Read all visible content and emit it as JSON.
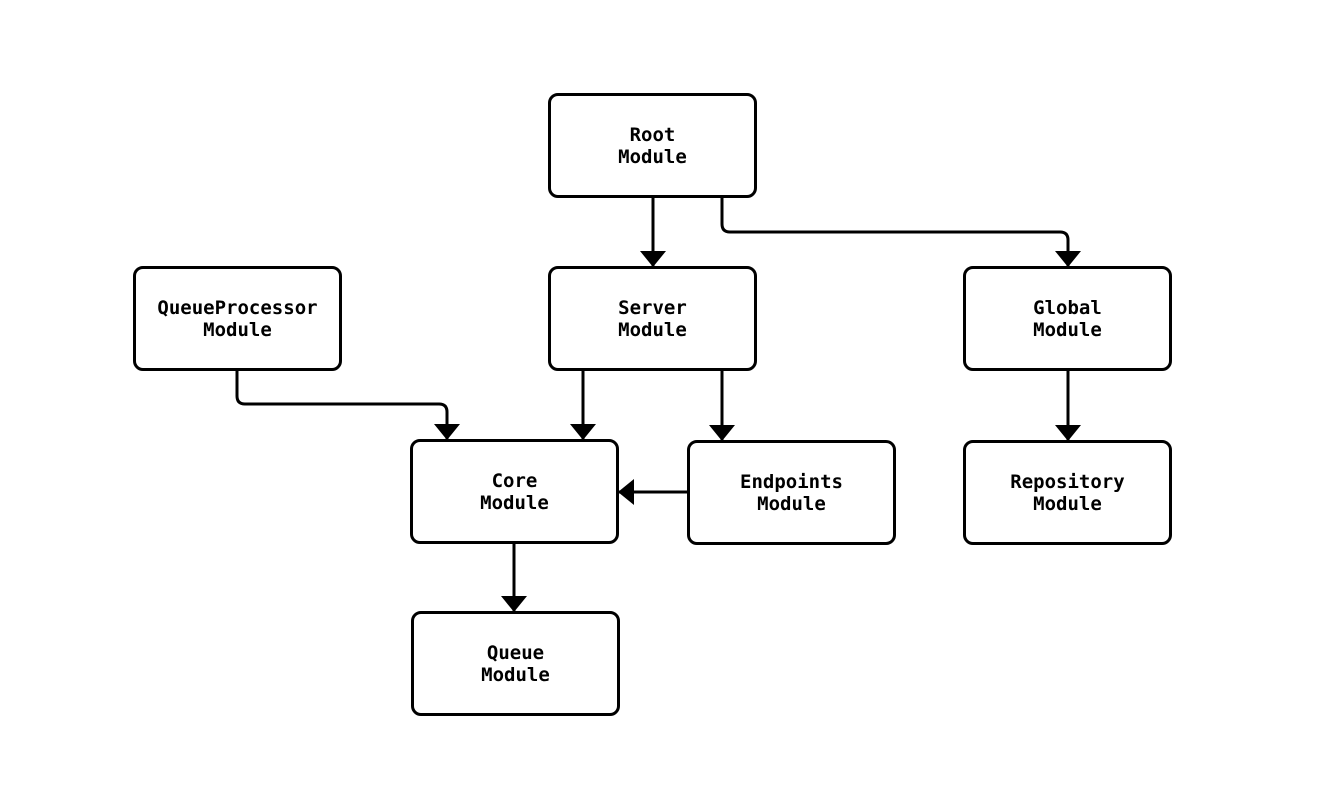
{
  "diagram": {
    "type": "flowchart",
    "background_color": "#ffffff",
    "node_fill_color": "#ffffff",
    "node_stroke_color": "#000000",
    "edge_color": "#000000",
    "text_color": "#000000",
    "nodes": {
      "root": {
        "line1": "Root",
        "line2": "Module"
      },
      "queueprocessor": {
        "line1": "QueueProcessor",
        "line2": "Module"
      },
      "server": {
        "line1": "Server",
        "line2": "Module"
      },
      "global": {
        "line1": "Global",
        "line2": "Module"
      },
      "core": {
        "line1": "Core",
        "line2": "Module"
      },
      "endpoints": {
        "line1": "Endpoints",
        "line2": "Module"
      },
      "repository": {
        "line1": "Repository",
        "line2": "Module"
      },
      "queue": {
        "line1": "Queue",
        "line2": "Module"
      }
    },
    "edges": [
      {
        "from": "Root Module",
        "to": "Server Module"
      },
      {
        "from": "Root Module",
        "to": "Global Module"
      },
      {
        "from": "QueueProcessor Module",
        "to": "Core Module"
      },
      {
        "from": "Server Module",
        "to": "Core Module"
      },
      {
        "from": "Server Module",
        "to": "Endpoints Module"
      },
      {
        "from": "Endpoints Module",
        "to": "Core Module"
      },
      {
        "from": "Global Module",
        "to": "Repository Module"
      },
      {
        "from": "Core Module",
        "to": "Queue Module"
      }
    ]
  }
}
